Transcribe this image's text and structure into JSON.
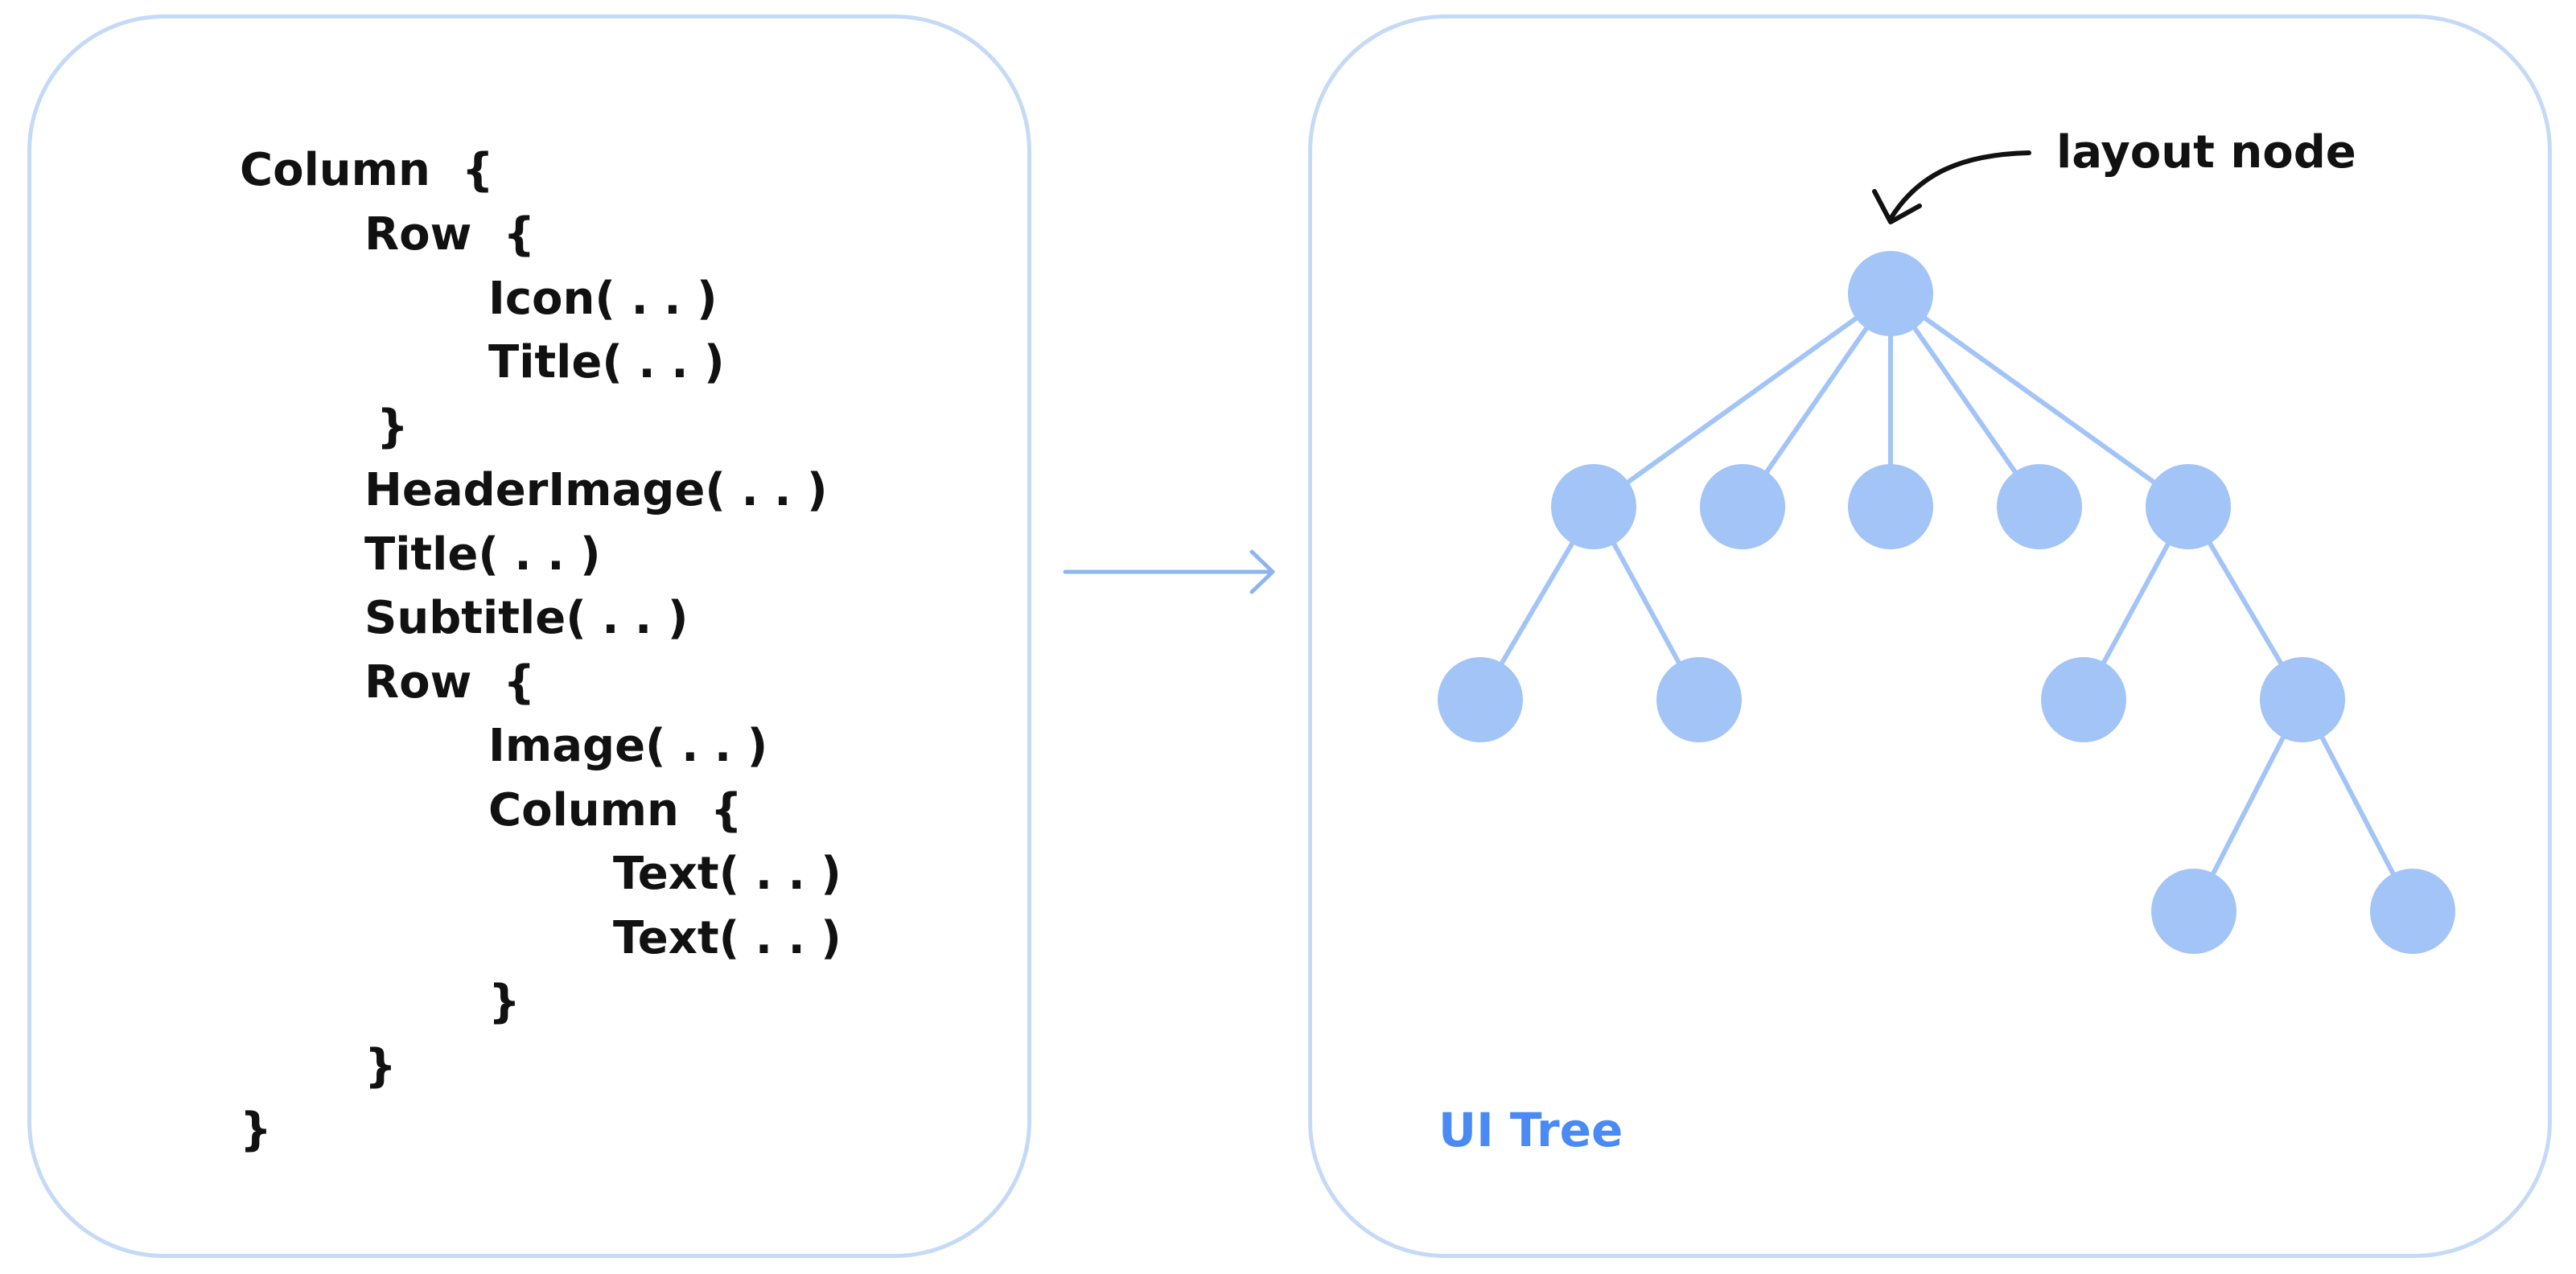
{
  "code": {
    "lines": [
      "Column  {",
      "Row  {",
      "Icon( . . )",
      "Title( . . )",
      "}",
      "HeaderImage( . . )",
      "Title( . . )",
      "Subtitle( . . )",
      "Row  {",
      "Image( . . )",
      "Column  {",
      "Text( . . )",
      "Text( . . )",
      "}",
      "}",
      "}"
    ]
  },
  "tree": {
    "annotation": "layout node",
    "caption": "UI Tree",
    "node_color": "#a2c4f7",
    "edge_color": "#a2c4f7"
  },
  "colors": {
    "panel_border": "#c5daf6",
    "caption": "#4a8af4",
    "arrow": "#8db6ef",
    "text": "#111111"
  }
}
